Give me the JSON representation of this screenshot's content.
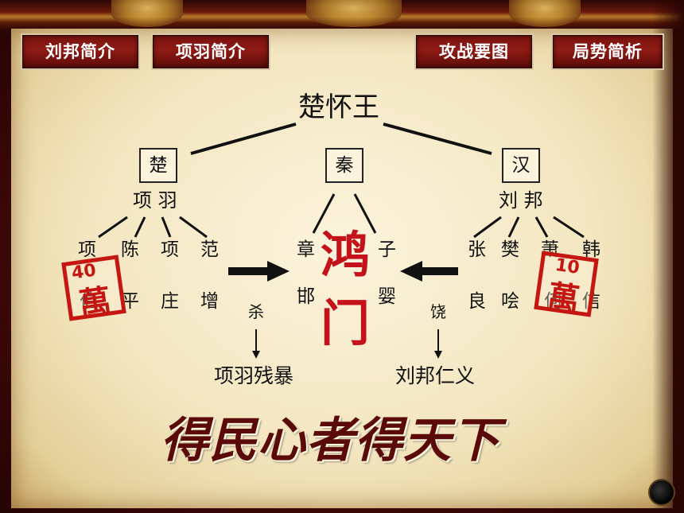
{
  "nav": {
    "buttons": [
      "刘邦简介",
      "项羽简介",
      "攻战要图",
      "局势简析"
    ]
  },
  "tree": {
    "root": "楚怀王",
    "chu": {
      "box": "楚",
      "leader": "项 羽",
      "members_top": [
        "项",
        "陈",
        "项",
        "范"
      ],
      "members_bottom": [
        "伯",
        "平",
        "庄",
        "增"
      ]
    },
    "qin": {
      "box": "秦",
      "left_top": "章",
      "left_bottom": "邯",
      "right_top": "子",
      "right_bottom": "婴"
    },
    "han": {
      "box": "汉",
      "leader": "刘 邦",
      "members_top": [
        "张",
        "樊",
        "萧",
        "韩"
      ],
      "members_bottom": [
        "良",
        "哙",
        "何",
        "信"
      ]
    },
    "event": [
      "鸿",
      "门"
    ],
    "kill": "杀",
    "spare": "饶",
    "result_left": "项羽残暴",
    "result_right": "刘邦仁义"
  },
  "stamps": {
    "left": {
      "num": "40",
      "char": "萬"
    },
    "right": {
      "num": "10",
      "char": "萬"
    }
  },
  "motto": "得民心者得天下",
  "colors": {
    "accent_red": "#c4121a",
    "button_red": "#7a1410",
    "parchment": "#f3e6c0"
  }
}
